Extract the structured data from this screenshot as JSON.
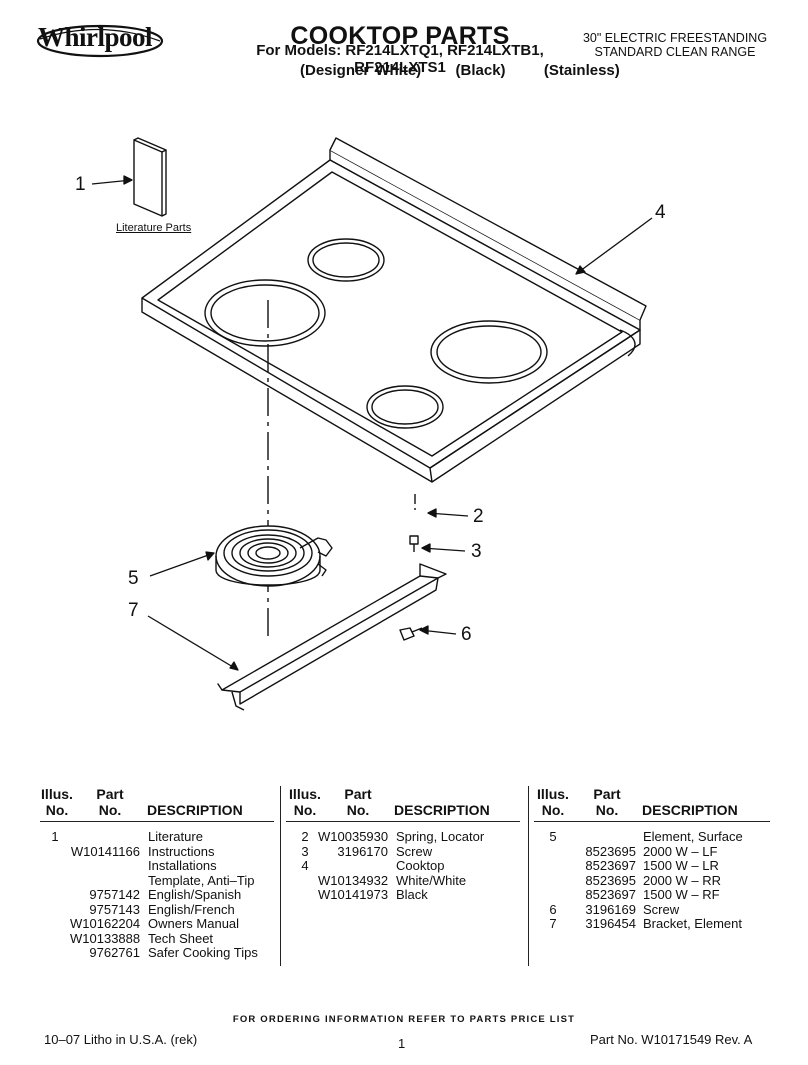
{
  "header": {
    "brand": "Whirlpool",
    "title": "COOKTOP PARTS",
    "models_line": "For Models: RF214LXTQ1, RF214LXTB1, RF214LXTS1",
    "finishes": [
      "(Designer White)",
      "(Black)",
      "(Stainless)"
    ],
    "range_line1": "30\" ELECTRIC FREESTANDING",
    "range_line2": "STANDARD CLEAN RANGE"
  },
  "diagram": {
    "literature_label": "Literature Parts",
    "callouts": [
      "1",
      "2",
      "3",
      "4",
      "5",
      "6",
      "7"
    ]
  },
  "table": {
    "headers": {
      "illus": "Illus.",
      "no": "No.",
      "part": "Part",
      "description": "DESCRIPTION"
    },
    "col1": [
      {
        "illus": "1",
        "part": "",
        "desc": "Literature"
      },
      {
        "illus": "",
        "part": "W10141166",
        "desc": "Instructions"
      },
      {
        "illus": "",
        "part": "",
        "desc": "Installations"
      },
      {
        "illus": "",
        "part": "",
        "desc": "Template, Anti–Tip"
      },
      {
        "illus": "",
        "part": "9757142",
        "desc": "English/Spanish"
      },
      {
        "illus": "",
        "part": "9757143",
        "desc": "English/French"
      },
      {
        "illus": "",
        "part": "W10162204",
        "desc": "Owners Manual"
      },
      {
        "illus": "",
        "part": "W10133888",
        "desc": "Tech Sheet"
      },
      {
        "illus": "",
        "part": "9762761",
        "desc": "Safer Cooking Tips"
      }
    ],
    "col2": [
      {
        "illus": "2",
        "part": "W10035930",
        "desc": "Spring, Locator"
      },
      {
        "illus": "3",
        "part": "3196170",
        "desc": "Screw"
      },
      {
        "illus": "4",
        "part": "",
        "desc": "Cooktop"
      },
      {
        "illus": "",
        "part": "W10134932",
        "desc": "White/White"
      },
      {
        "illus": "",
        "part": "W10141973",
        "desc": "Black"
      }
    ],
    "col3": [
      {
        "illus": "5",
        "part": "",
        "desc": "Element, Surface"
      },
      {
        "illus": "",
        "part": "8523695",
        "desc": "2000 W – LF"
      },
      {
        "illus": "",
        "part": "8523697",
        "desc": "1500 W – LR"
      },
      {
        "illus": "",
        "part": "8523695",
        "desc": "2000 W – RR"
      },
      {
        "illus": "",
        "part": "8523697",
        "desc": "1500 W – RF"
      },
      {
        "illus": "6",
        "part": "3196169",
        "desc": "Screw"
      },
      {
        "illus": "7",
        "part": "3196454",
        "desc": "Bracket, Element"
      }
    ]
  },
  "footer": {
    "ordering": "FOR ORDERING INFORMATION REFER TO PARTS PRICE LIST",
    "litho": "10–07 Litho in U.S.A. (rek)",
    "page": "1",
    "part_no": "Part No. W10171549 Rev. A"
  }
}
